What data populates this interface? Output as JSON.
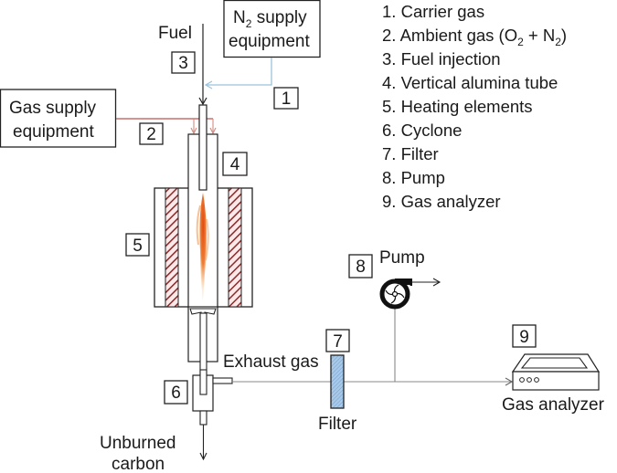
{
  "title": "Experimental setup schematic: drop-tube furnace with exhaust analysis",
  "colors": {
    "line": "#222222",
    "carrier_gas_line": "#9cc3dc",
    "ambient_gas_line": "#c0504d",
    "heater_stripe": "#8b2a2a",
    "flame_core": "#e25a1c",
    "flame_outer": "#f7b26b",
    "filter_fill": "#8fb8de"
  },
  "labels": {
    "fuel": "Fuel",
    "n2_supply_line1_prefix": "N",
    "n2_supply_line1_sub": "2",
    "n2_supply_line1_suffix": " supply",
    "n2_supply_line2": "equipment",
    "gas_supply_line1": "Gas supply",
    "gas_supply_line2": "equipment",
    "exhaust_gas": "Exhaust gas",
    "filter": "Filter",
    "pump": "Pump",
    "gas_analyzer": "Gas analyzer",
    "unburned_line1": "Unburned",
    "unburned_line2": "carbon"
  },
  "markers": [
    "1",
    "2",
    "3",
    "4",
    "5",
    "6",
    "7",
    "8",
    "9"
  ],
  "legend": [
    {
      "number": "1.",
      "text": "Carrier gas"
    },
    {
      "number": "2.",
      "text": "Ambient gas (O",
      "sub1": "2",
      "mid": " + N",
      "sub2": "2",
      "end": ")"
    },
    {
      "number": "3.",
      "text": "Fuel injection"
    },
    {
      "number": "4.",
      "text": "Vertical alumina tube"
    },
    {
      "number": "5.",
      "text": "Heating elements"
    },
    {
      "number": "6.",
      "text": "Cyclone"
    },
    {
      "number": "7.",
      "text": "Filter"
    },
    {
      "number": "8.",
      "text": "Pump"
    },
    {
      "number": "9.",
      "text": "Gas analyzer"
    }
  ]
}
